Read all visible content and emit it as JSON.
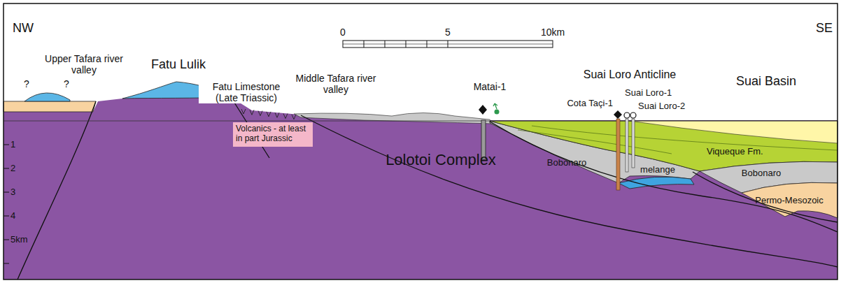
{
  "diagram": {
    "nodes": [
      {
        "text": [
          "Volcanics - at least in part Jurassic"
        ]
      }
    ],
    "labels": [
      "NW",
      "0",
      "5",
      "10km",
      "SE",
      "?",
      "?",
      "Upper Tafara river valley",
      "Fatu Lulik",
      "Fatu Limestone (Late Triassic)",
      "Middle Tafara river valley",
      "Matai-1",
      "Suai Loro Anticline",
      "Suai Basin",
      "Cota Taçi-1",
      "Suai Loro-1",
      "Suai Loro-2",
      "Lolotoi Complex",
      "Bobonaro",
      "melange",
      "Viqueque Fm.",
      "Bobonaro",
      "Permo-Mesozoic",
      "1",
      "2",
      "3",
      "4",
      "5km"
    ]
  }
}
